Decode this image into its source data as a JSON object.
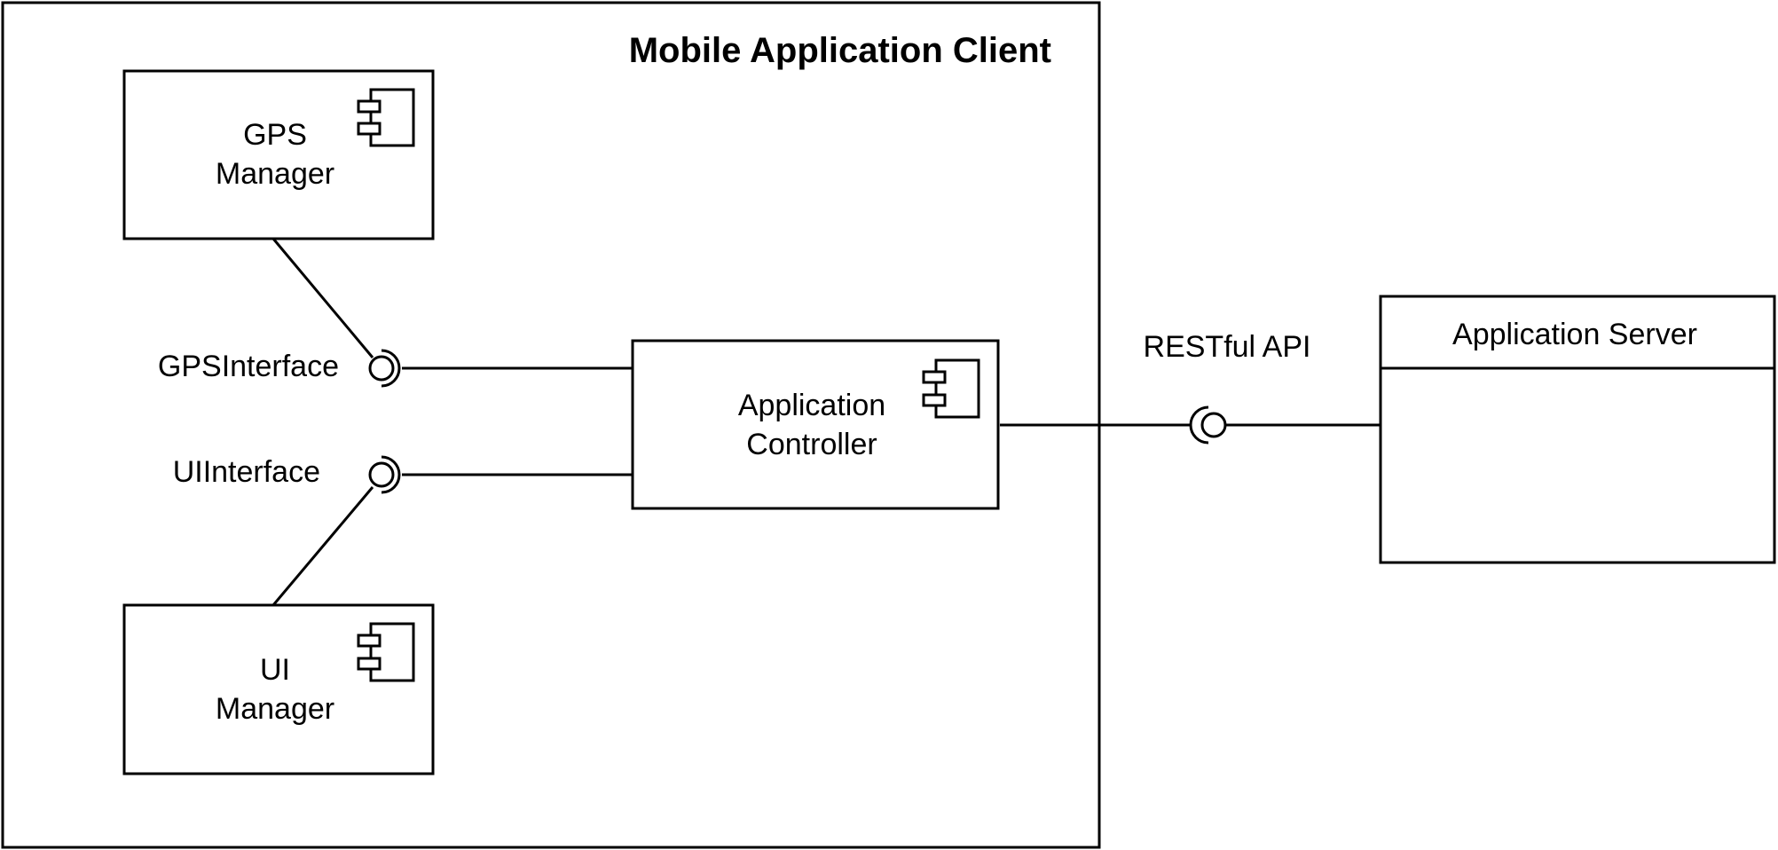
{
  "diagram": {
    "client_frame": {
      "title": "Mobile Application Client"
    },
    "components": {
      "gps_manager": {
        "line1": "GPS",
        "line2": "Manager"
      },
      "ui_manager": {
        "line1": "UI",
        "line2": "Manager"
      },
      "application_controller": {
        "line1": "Application",
        "line2": "Controller"
      }
    },
    "interfaces": {
      "gps": {
        "label": "GPSInterface"
      },
      "ui": {
        "label": "UIInterface"
      },
      "rest": {
        "label": "RESTful API"
      }
    },
    "server": {
      "title": "Application Server"
    },
    "colors": {
      "stroke": "#000000",
      "background": "#ffffff"
    }
  }
}
